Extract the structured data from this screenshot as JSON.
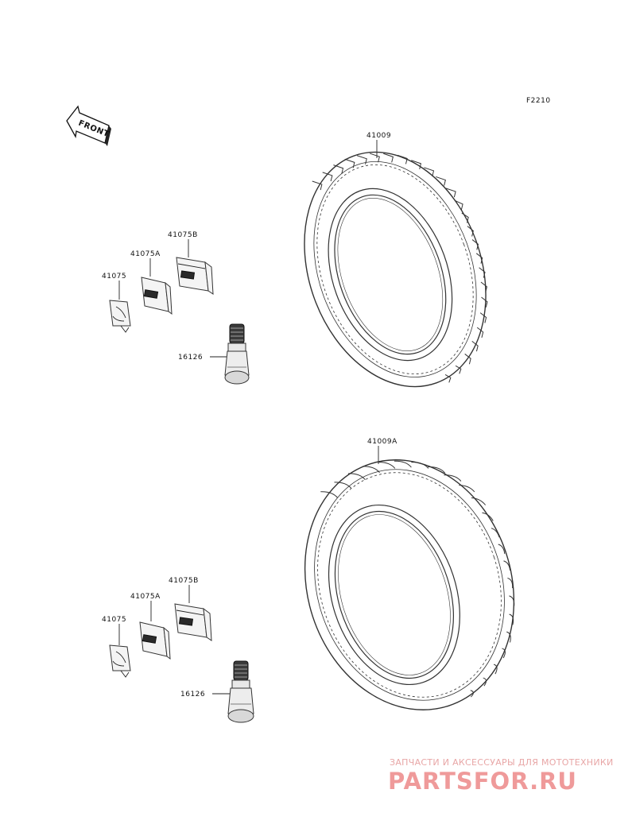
{
  "figure_code": "F2210",
  "front_indicator": "FRONT",
  "front_tire": {
    "tire_label": "41009",
    "weight_b_label": "41075B",
    "weight_a_label": "41075A",
    "weight_label": "41075",
    "valve_label": "16126"
  },
  "rear_tire": {
    "tire_label": "41009A",
    "weight_b_label": "41075B",
    "weight_a_label": "41075A",
    "weight_label": "41075",
    "valve_label": "16126"
  },
  "watermark": {
    "tagline": "ЗАПЧАСТИ И АКСЕССУАРЫ ДЛЯ МОТОТЕХНИКИ",
    "logo": "PARTSFOR.RU"
  },
  "colors": {
    "line": "#222222",
    "watermark": "#ef9a9a"
  }
}
